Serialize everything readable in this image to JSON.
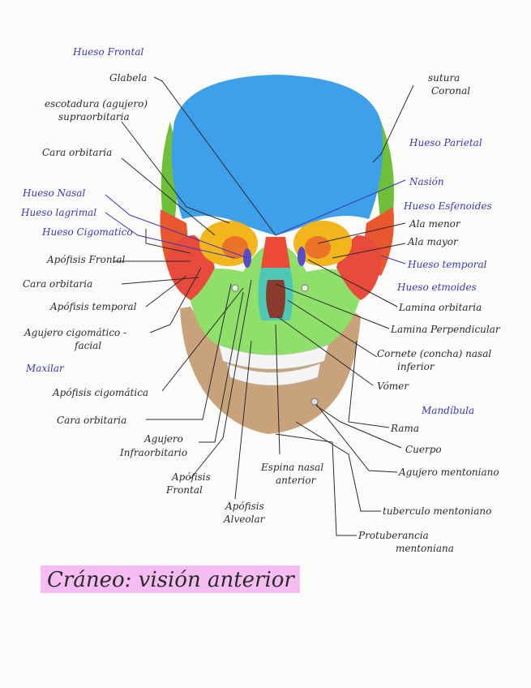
{
  "title": "Cráneo: visión anterior",
  "colors": {
    "frontal": "#3ea0e8",
    "parietal": "#6fbf3a",
    "temporal": "#e8572e",
    "sphenoid": "#f2b51c",
    "zygomatic": "#e84a3c",
    "maxilla": "#8ee06a",
    "mandible": "#c7a27a",
    "nasal": "#ee4a38",
    "ethmoid": "#4fc7b5",
    "vomer": "#8b3a2e",
    "teeth": "#f4f4f4",
    "label_blue": "#3a36b8",
    "label_black": "#2b2b2b",
    "highlight": "#f3b2ee"
  },
  "labels": {
    "hueso_frontal": "Hueso Frontal",
    "glabela": "Glabela",
    "escotadura_1": "escotadura (agujero)",
    "escotadura_2": "supraorbitaria",
    "cara_orbitaria_top": "Cara orbitaria",
    "hueso_nasal": "Hueso Nasal",
    "hueso_lagrimal": "Hueso lagrimal",
    "hueso_cigomatico": "Hueso Cigomatico",
    "apofisis_frontal_left": "Apófisis Frontal",
    "cara_orbitaria_mid": "Cara orbitaria",
    "apofisis_temporal": "Apófisis temporal",
    "agujero_cigomatico_1": "Agujero cigomático -",
    "agujero_cigomatico_2": "facial",
    "maxilar": "Maxilar",
    "apofisis_cigomatica": "Apófisis cigomática",
    "cara_orbitaria_low": "Cara orbitaria",
    "agujero_infra_1": "Agujero",
    "agujero_infra_2": "Infraorbitario",
    "apofisis_frontal_bottom_1": "Apófisis",
    "apofisis_frontal_bottom_2": "Frontal",
    "apofisis_alveolar_1": "Apófisis",
    "apofisis_alveolar_2": "Alveolar",
    "espina_nasal_1": "Espina nasal",
    "espina_nasal_2": "anterior",
    "sutura_coronal_1": "sutura",
    "sutura_coronal_2": "Coronal",
    "hueso_parietal": "Hueso Parietal",
    "nasion": "Nasión",
    "hueso_esfenoides": "Hueso Esfenoides",
    "ala_menor": "Ala menor",
    "ala_mayor": "Ala mayor",
    "hueso_temporal": "Hueso temporal",
    "hueso_etmoides": "Hueso etmoides",
    "lamina_orbitaria": "Lamina orbitaria",
    "lamina_perpendicular": "Lamina Perpendicular",
    "cornete_1": "Cornete (concha) nasal",
    "cornete_2": "inferior",
    "vomer": "Vómer",
    "mandibula": "Mandíbula",
    "rama": "Rama",
    "cuerpo": "Cuerpo",
    "agujero_mentoniano": "Agujero mentoniano",
    "tuberculo_mentoniano": "tuberculo mentoniano",
    "protuberancia_1": "Protuberancia",
    "protuberancia_2": "mentoniana"
  }
}
